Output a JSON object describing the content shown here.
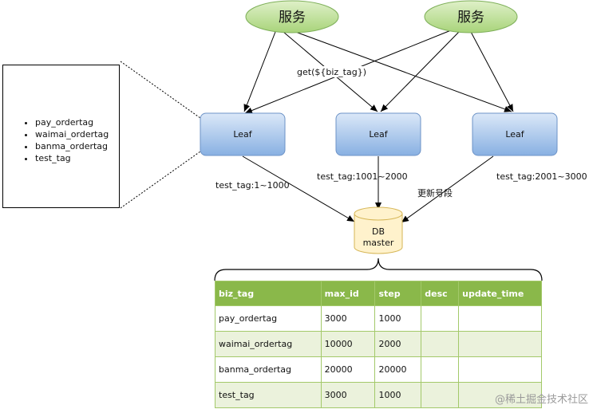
{
  "services": [
    {
      "label": "服务"
    },
    {
      "label": "服务"
    }
  ],
  "leaves": [
    {
      "label": "Leaf"
    },
    {
      "label": "Leaf"
    },
    {
      "label": "Leaf"
    }
  ],
  "edge_labels": {
    "get": "get(${biz_tag})",
    "leaf1": "test_tag:1~1000",
    "leaf2": "test_tag:1001~2000",
    "leaf3": "test_tag:2001~3000",
    "update": "更新号段"
  },
  "db": {
    "line1": "DB",
    "line2": "master"
  },
  "tag_list": [
    "pay_ordertag",
    "waimai_ordertag",
    "banma_ordertag",
    "test_tag"
  ],
  "table": {
    "headers": [
      "biz_tag",
      "max_id",
      "step",
      "desc",
      "update_time"
    ],
    "rows": [
      [
        "pay_ordertag",
        "3000",
        "1000",
        "",
        ""
      ],
      [
        "waimai_ordertag",
        "10000",
        "2000",
        "",
        ""
      ],
      [
        "banma_ordertag",
        "20000",
        "20000",
        "",
        ""
      ],
      [
        "test_tag",
        "3000",
        "1000",
        "",
        ""
      ]
    ]
  },
  "watermark": "@稀土掘金技术社区",
  "colors": {
    "service_fill": "#c9e6a6",
    "leaf_fill": "#a9c8ee",
    "db_fill": "#fff2cc",
    "table_header": "#8ab84a",
    "table_alt_row": "#ebf2dc"
  }
}
